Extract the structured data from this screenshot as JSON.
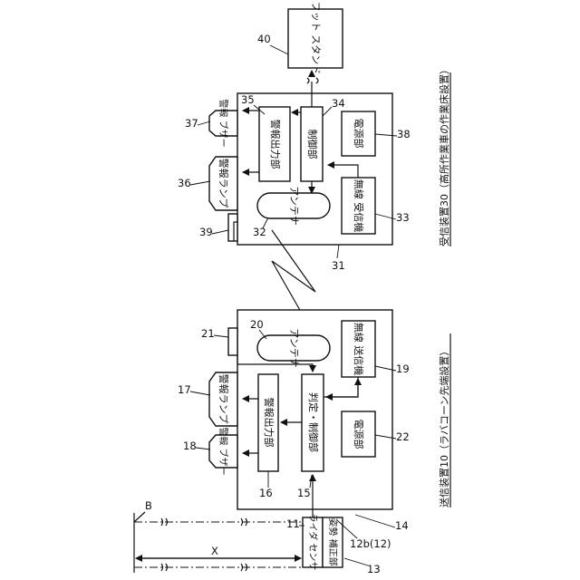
{
  "transmitter": {
    "caption": "送信装置10（ラバコーン先端設置）",
    "ctrl_label": "判定・制御部",
    "alarm_out_label": "警報出力部",
    "power_label": "電源部",
    "tx_label": "無線 送信機",
    "antenna_label": "アンテナ",
    "lamp_label": "警報ランプ",
    "buzzer_label": "警報 ブザー",
    "sensor_label": "ライダ センサ",
    "posture_label": "姿勢 補正部"
  },
  "receiver": {
    "caption": "受信装置30（高所作業車の作業床設置）",
    "ctrl_label": "制御部",
    "alarm_out_label": "警報出力部",
    "power_label": "電源部",
    "rx_label": "無線 受信機",
    "antenna_label": "アンテナ",
    "lamp_label": "警報ランプ",
    "buzzer_label": "警報 ブザー",
    "foot_label": "フット スタンド"
  },
  "refs": {
    "r11": "11",
    "r12b": "12b(12)",
    "r13": "13",
    "r14": "14",
    "r15": "15",
    "r16": "16",
    "r17": "17",
    "r18": "18",
    "r19": "19",
    "r20": "20",
    "r21": "21",
    "r22": "22",
    "r31": "31",
    "r32": "32",
    "r33": "33",
    "r34": "34",
    "r35": "35",
    "r36": "36",
    "r37": "37",
    "r38": "38",
    "r39": "39",
    "r40": "40"
  },
  "axes": {
    "b_label": "B",
    "x_label": "X"
  },
  "colors": {
    "line": "#111111",
    "background": "#ffffff"
  }
}
